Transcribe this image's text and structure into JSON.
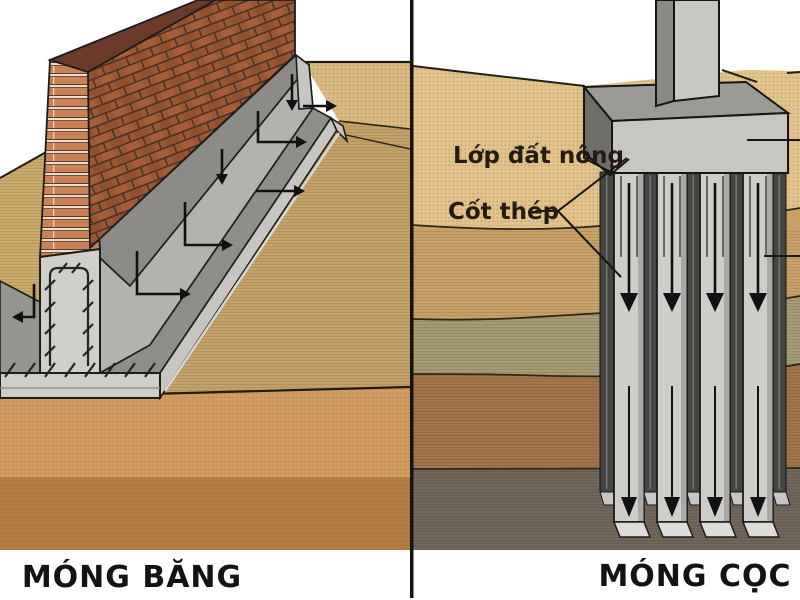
{
  "diagram": {
    "type": "foundation-comparison",
    "left_panel": {
      "caption": "MÓNG BĂNG"
    },
    "right_panel": {
      "caption": "MÓNG CỌC",
      "label_shallow_soil": "Lớp đất nông",
      "label_rebar": "Cốt thép"
    },
    "colors": {
      "background": "#ffffff",
      "divider": "#131313",
      "outline": "#1c1c1a",
      "arrow": "#111111",
      "label_text": "#241c12",
      "caption_text": "#131313",
      "brick_front": "#9c5736",
      "brick_side": "#cb8157",
      "brick_top": "#6b3a2b",
      "concrete_cut": "#cfcec9",
      "concrete_mid": "#b3b2ae",
      "concrete_dark": "#8c8b87",
      "concrete_ledge": "#8f8e8a",
      "concrete_left_top": "#96958f",
      "concrete_end": "#c6c5c1",
      "left_sand_top": "#d9ba80",
      "left_slope": "#c2a269",
      "left_bank": "#c8aa6a",
      "left_sub_upper": "#d29c61",
      "left_sub_lower": "#b57d42",
      "right_layer1": "#e0c28a",
      "right_layer2": "#c7a166",
      "right_layer3": "#a59b74",
      "right_layer4": "#a2764a",
      "right_layer5": "#71675a",
      "cap_top": "#9b9a96",
      "cap_front": "#c7c6c2",
      "cap_side": "#6f6e6a",
      "column_front": "#c9c8c4",
      "column_side": "#8a8986",
      "pile_front": "#cecdc9",
      "pile_back": "#454442",
      "pile_bottom": "#dedcd8"
    }
  }
}
